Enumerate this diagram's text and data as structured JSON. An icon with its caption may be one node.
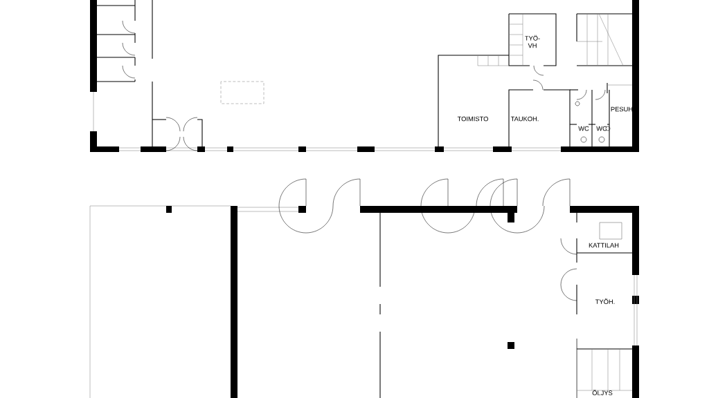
{
  "diagram": {
    "labels": [
      "TYÖ- VH",
      "TOIMISTO",
      "TAUKOH.",
      "PESUH",
      "WC",
      "WC",
      "KATTILAH",
      "TYÖH.",
      "ÖLJYS"
    ]
  }
}
